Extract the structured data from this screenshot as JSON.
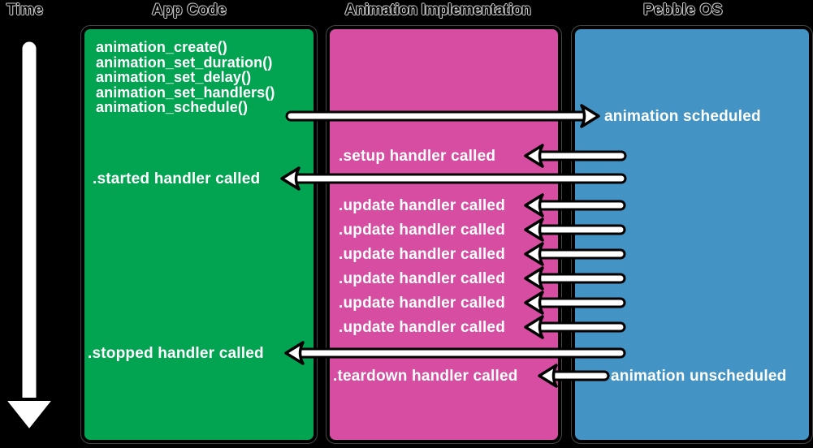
{
  "headers": {
    "time": "Time",
    "app_code": "App Code",
    "implementation": "Animation Implementation",
    "pebble_os": "Pebble OS"
  },
  "colors": {
    "background": "#000000",
    "app_code_box": "#02a452",
    "implementation_box": "#d64da1",
    "pebble_os_box": "#4393c4",
    "label_text": "#ffffff",
    "arrow_fill": "#ffffff",
    "arrow_outline": "#000000"
  },
  "app_code": {
    "calls": [
      "animation_create()",
      "animation_set_duration()",
      "animation_set_delay()",
      "animation_set_handlers()",
      "animation_schedule()"
    ],
    "started_label": ".started handler called",
    "stopped_label": ".stopped handler called"
  },
  "implementation": {
    "setup_label": ".setup handler called",
    "update_label": ".update handler called",
    "update_repeat": 6,
    "teardown_label": ".teardown handler called"
  },
  "pebble_os": {
    "scheduled_label": "animation scheduled",
    "unscheduled_label": "animation unscheduled"
  }
}
